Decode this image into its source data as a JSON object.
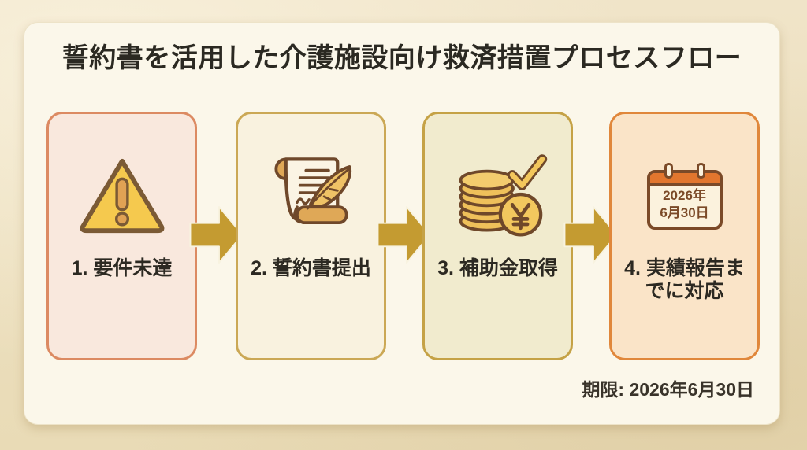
{
  "header": {
    "title": "誓約書を活用した介護施設向け救済措置プロセスフロー"
  },
  "flow": {
    "steps": [
      {
        "label": "1. 要件未達",
        "icon": "warning-triangle-icon"
      },
      {
        "label": "2. 誓約書提出",
        "icon": "pledge-document-quill-icon"
      },
      {
        "label": "3. 補助金取得",
        "icon": "coins-yen-check-icon"
      },
      {
        "label": "4. 実績報告までに対応",
        "icon": "deadline-calendar-icon",
        "calendar": {
          "year_line": "2026年",
          "date_line": "6月30日"
        }
      }
    ],
    "arrow_icon": "right-arrow-icon"
  },
  "footer": {
    "deadline_label": "期限: 2026年6月30日"
  },
  "colors": {
    "page_background": "#EEE1C2",
    "panel_background": "#FBF7EA",
    "title_text": "#2B2922",
    "label_text": "#2C2922",
    "arrow_gold": "#C49B31",
    "step1_border": "#DC8A62",
    "step1_background": "#F9E8DD",
    "step2_border": "#CBA855",
    "step2_background": "#F9F2DF",
    "step3_border": "#C5A246",
    "step3_background": "#F1EBCE",
    "step4_border": "#E0873B",
    "step4_background": "#FAE4C8",
    "icon_outline_brown": "#6F482A",
    "icon_gold": "#EFC05A",
    "warning_yellow": "#F5C94E",
    "calendar_header_orange": "#E2762E"
  }
}
